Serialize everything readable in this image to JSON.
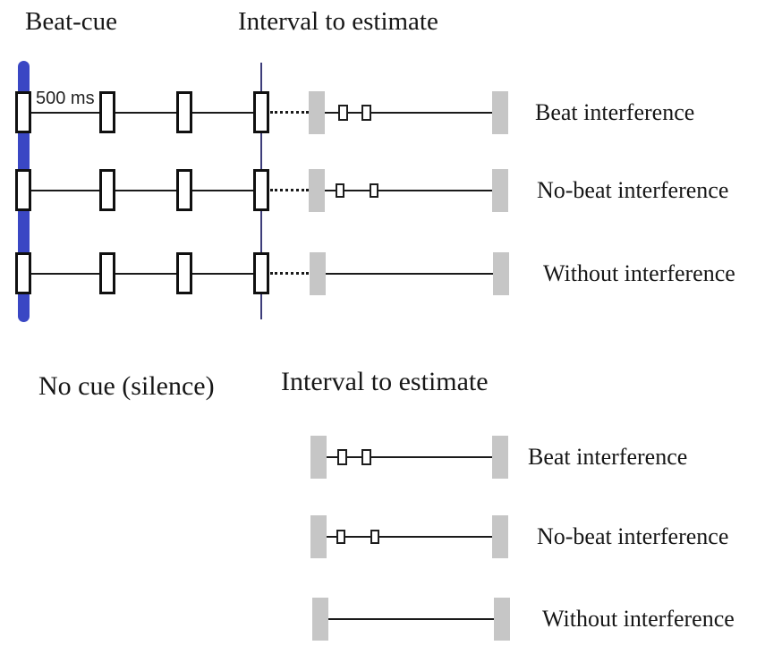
{
  "top_section": {
    "cue_title": "Beat-cue",
    "interval_title": "Interval to estimate",
    "cue_interval_label": "500 ms",
    "rows": [
      {
        "label": "Beat interference"
      },
      {
        "label": "No-beat interference"
      },
      {
        "label": "Without interference"
      }
    ]
  },
  "bottom_section": {
    "cue_title": "No cue (silence)",
    "interval_title": "Interval to estimate",
    "rows": [
      {
        "label": "Beat interference"
      },
      {
        "label": "No-beat interference"
      },
      {
        "label": "Without interference"
      }
    ]
  },
  "colors": {
    "beat_cue_blue": "#3a47c4",
    "cue_end_navy": "#3d3d7a",
    "boundary_gray": "#c6c6c6",
    "line_black": "#1a1a1a"
  }
}
